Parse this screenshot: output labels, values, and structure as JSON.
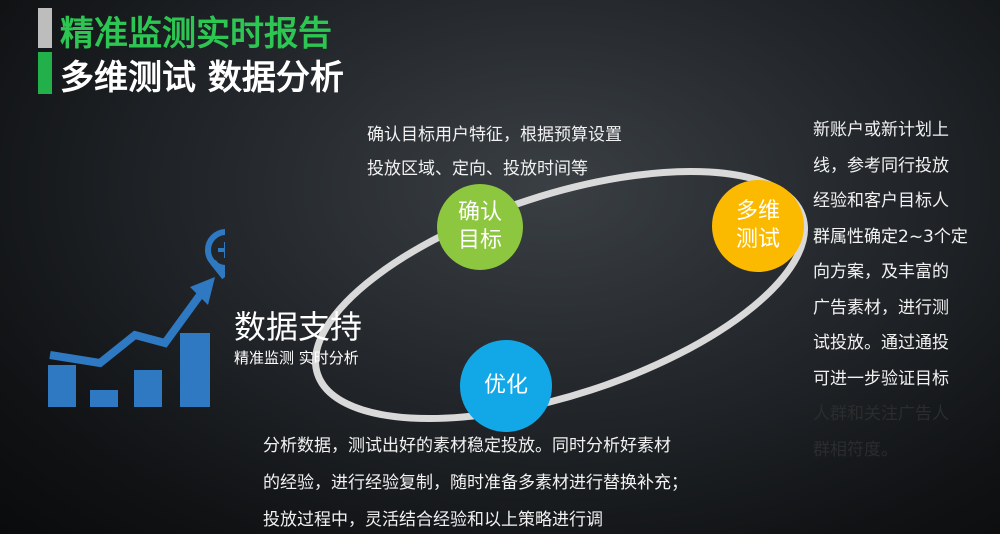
{
  "header": {
    "title": "精准监测实时报告",
    "subtitle": "多维测试 数据分析"
  },
  "support": {
    "title": "数据支持",
    "subtitle": "精准监测 实时分析",
    "icon": "magnifier-chart-icon"
  },
  "steps": [
    {
      "label_line1": "确认",
      "label_line2": "目标",
      "color": "#8dc63f",
      "desc": [
        "确认目标用户特征，根据预算设置",
        "投放区域、定向、投放时间等"
      ]
    },
    {
      "label_line1": "多维",
      "label_line2": "测试",
      "color": "#fbb900",
      "desc": [
        "新账户或新计划上",
        "线，参考同行投放",
        "经验和客户目标人",
        "群属性确定2~3个定",
        "向方案，及丰富的",
        "广告素材，进行测",
        "试投放。通过通投",
        "可进一步验证目标",
        "人群和关注广告人",
        "群相符度。"
      ]
    },
    {
      "label_line1": "优化",
      "color": "#12a8e8",
      "desc": [
        "分析数据，测试出好的素材稳定投放。同时分析好素材",
        "的经验，进行经验复制，随时准备多素材进行替换补充；",
        "投放过程中，灵活结合经验和以上策略进行调"
      ]
    }
  ]
}
